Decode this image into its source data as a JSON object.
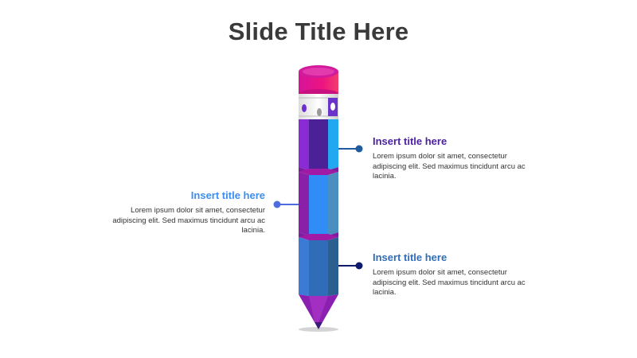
{
  "slide": {
    "title": "Slide Title Here"
  },
  "items": [
    {
      "title": "Insert title here",
      "body": "Lorem ipsum dolor sit amet, consectetur adipiscing elit. Sed maximus tincidunt arcu ac lacinia.",
      "color": "#4b1fa3",
      "side": "right"
    },
    {
      "title": "Insert title here",
      "body": "Lorem ipsum dolor sit amet, consectetur adipiscing elit. Sed maximus tincidunt arcu ac lacinia.",
      "color": "#3d8ef0",
      "side": "left"
    },
    {
      "title": "Insert title here",
      "body": "Lorem ipsum dolor sit amet, consectetur adipiscing elit. Sed maximus tincidunt arcu ac lacinia.",
      "color": "#2f6db8",
      "side": "right"
    }
  ],
  "colors": {
    "eraser": "#e0148f",
    "eraser_top": "#c21aa8",
    "ferrule": "#f2f2f2",
    "segment1_left": "#8a2bd6",
    "segment1_mid": "#4a2196",
    "segment1_right": "#22a8f0",
    "segment2": "#2f8df5",
    "segment3": "#2f6db8",
    "tip": "#8a1fb0",
    "dot1": "#1f5b9e",
    "dot2": "#4f6be0",
    "dot3": "#0e1a6b"
  }
}
